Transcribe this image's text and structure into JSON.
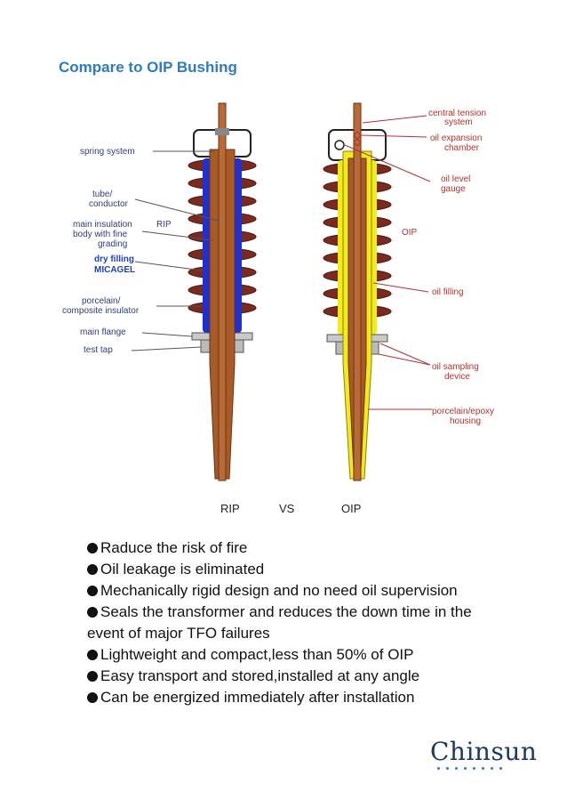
{
  "title": "Compare to OIP Bushing",
  "figure": {
    "rip_labels": {
      "spring_system": "spring system",
      "tube_conductor_1": "tube/",
      "tube_conductor_2": "conductor",
      "main_insulation_1": "main insulation",
      "main_insulation_2": "body with fine",
      "main_insulation_3": "grading",
      "rip_tag": "RIP",
      "dry_filling_1": "dry filling",
      "dry_filling_2": "MICAGEL",
      "porcelain_1": "porcelain/",
      "porcelain_2": "composite insulator",
      "main_flange": "main flange",
      "test_tap": "test tap"
    },
    "oip_labels": {
      "central_tension_1": "central tension",
      "central_tension_2": "system",
      "oil_expansion_1": "oil expansion",
      "oil_expansion_2": "chamber",
      "oil_level_1": "oil level",
      "oil_level_2": "gauge",
      "oip_tag": "OIP",
      "oil_filling": "oil filling",
      "oil_sampling_1": "oil sampling",
      "oil_sampling_2": "device",
      "housing_1": "porcelain/epoxy",
      "housing_2": "housing"
    }
  },
  "caption": {
    "left": "RIP",
    "middle": "VS",
    "right": "OIP"
  },
  "bullets": [
    "Raduce the risk of fire",
    "Oil leakage is eliminated",
    "Mechanically rigid design and no need oil supervision",
    "Seals the transformer and reduces the down time in the",
    "Lightweight  and compact,less than 50% of OIP",
    "Easy transport and stored,installed at any angle",
    "Can be energized immediately after installation"
  ],
  "bullet_continuation": "event of major TFO failures",
  "logo": "Chinsun",
  "colors": {
    "title": "#2e7bbf",
    "porcelain": "#7a2a1e",
    "rip_body": "#1f2fd0",
    "oip_body": "#f2ea1a",
    "core": "#a85a28"
  }
}
